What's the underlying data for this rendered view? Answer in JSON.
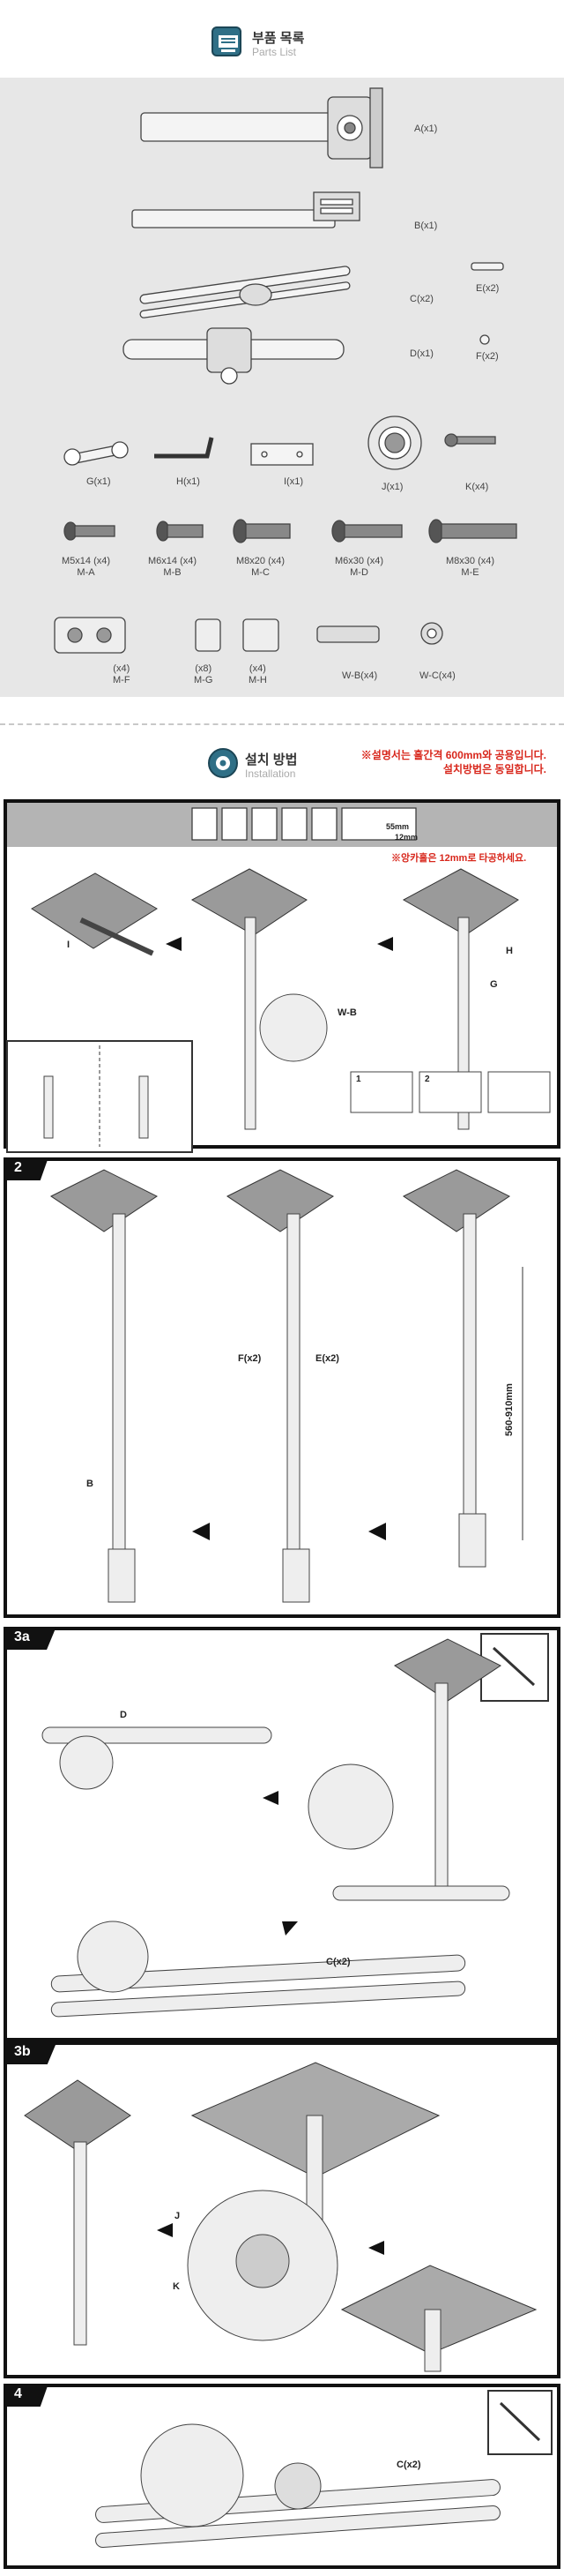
{
  "parts_header": {
    "title_kr": "부품 목록",
    "title_en": "Parts List"
  },
  "parts": [
    {
      "label": "A(x1)"
    },
    {
      "label": "B(x1)"
    },
    {
      "label": "C(x2)"
    },
    {
      "label": "E(x2)"
    },
    {
      "label": "D(x1)"
    },
    {
      "label": "F(x2)"
    },
    {
      "label": "G(x1)"
    },
    {
      "label": "H(x1)"
    },
    {
      "label": "I(x1)"
    },
    {
      "label": "J(x1)"
    },
    {
      "label": "K(x4)"
    },
    {
      "label": "M5x14 (x4)",
      "code": "M-A"
    },
    {
      "label": "M6x14 (x4)",
      "code": "M-B"
    },
    {
      "label": "M8x20 (x4)",
      "code": "M-C"
    },
    {
      "label": "M6x30 (x4)",
      "code": "M-D"
    },
    {
      "label": "M8x30 (x4)",
      "code": "M-E"
    },
    {
      "label": "(x4)",
      "code": "M-F"
    },
    {
      "label": "(x8)",
      "code": "M-G"
    },
    {
      "label": "(x4)",
      "code": "M-H"
    },
    {
      "label": "W-B(x4)"
    },
    {
      "label": "W-C(x4)"
    }
  ],
  "install_header": {
    "title_kr": "설치 방법",
    "title_en": "Installation"
  },
  "install_note": {
    "line1": "※설명서는 흘간격 600mm와 공용입니다.",
    "line2": "설치방법은 동일합니다."
  },
  "steps": [
    {
      "id": "1",
      "note": "※앙카홀은 12mm로 타공하세요.",
      "dims": [
        "55mm",
        "12mm"
      ],
      "labels": [
        "I",
        "W-B",
        "H",
        "G"
      ],
      "substeps": [
        "1",
        "2"
      ]
    },
    {
      "id": "2",
      "labels": [
        "F(x2)",
        "E(x2)",
        "B"
      ],
      "range": "560-910mm"
    },
    {
      "id": "3a",
      "labels": [
        "D",
        "C(x2)"
      ]
    },
    {
      "id": "3b",
      "labels": [
        "J",
        "K"
      ]
    },
    {
      "id": "4",
      "labels": [
        "C(x2)"
      ]
    }
  ]
}
